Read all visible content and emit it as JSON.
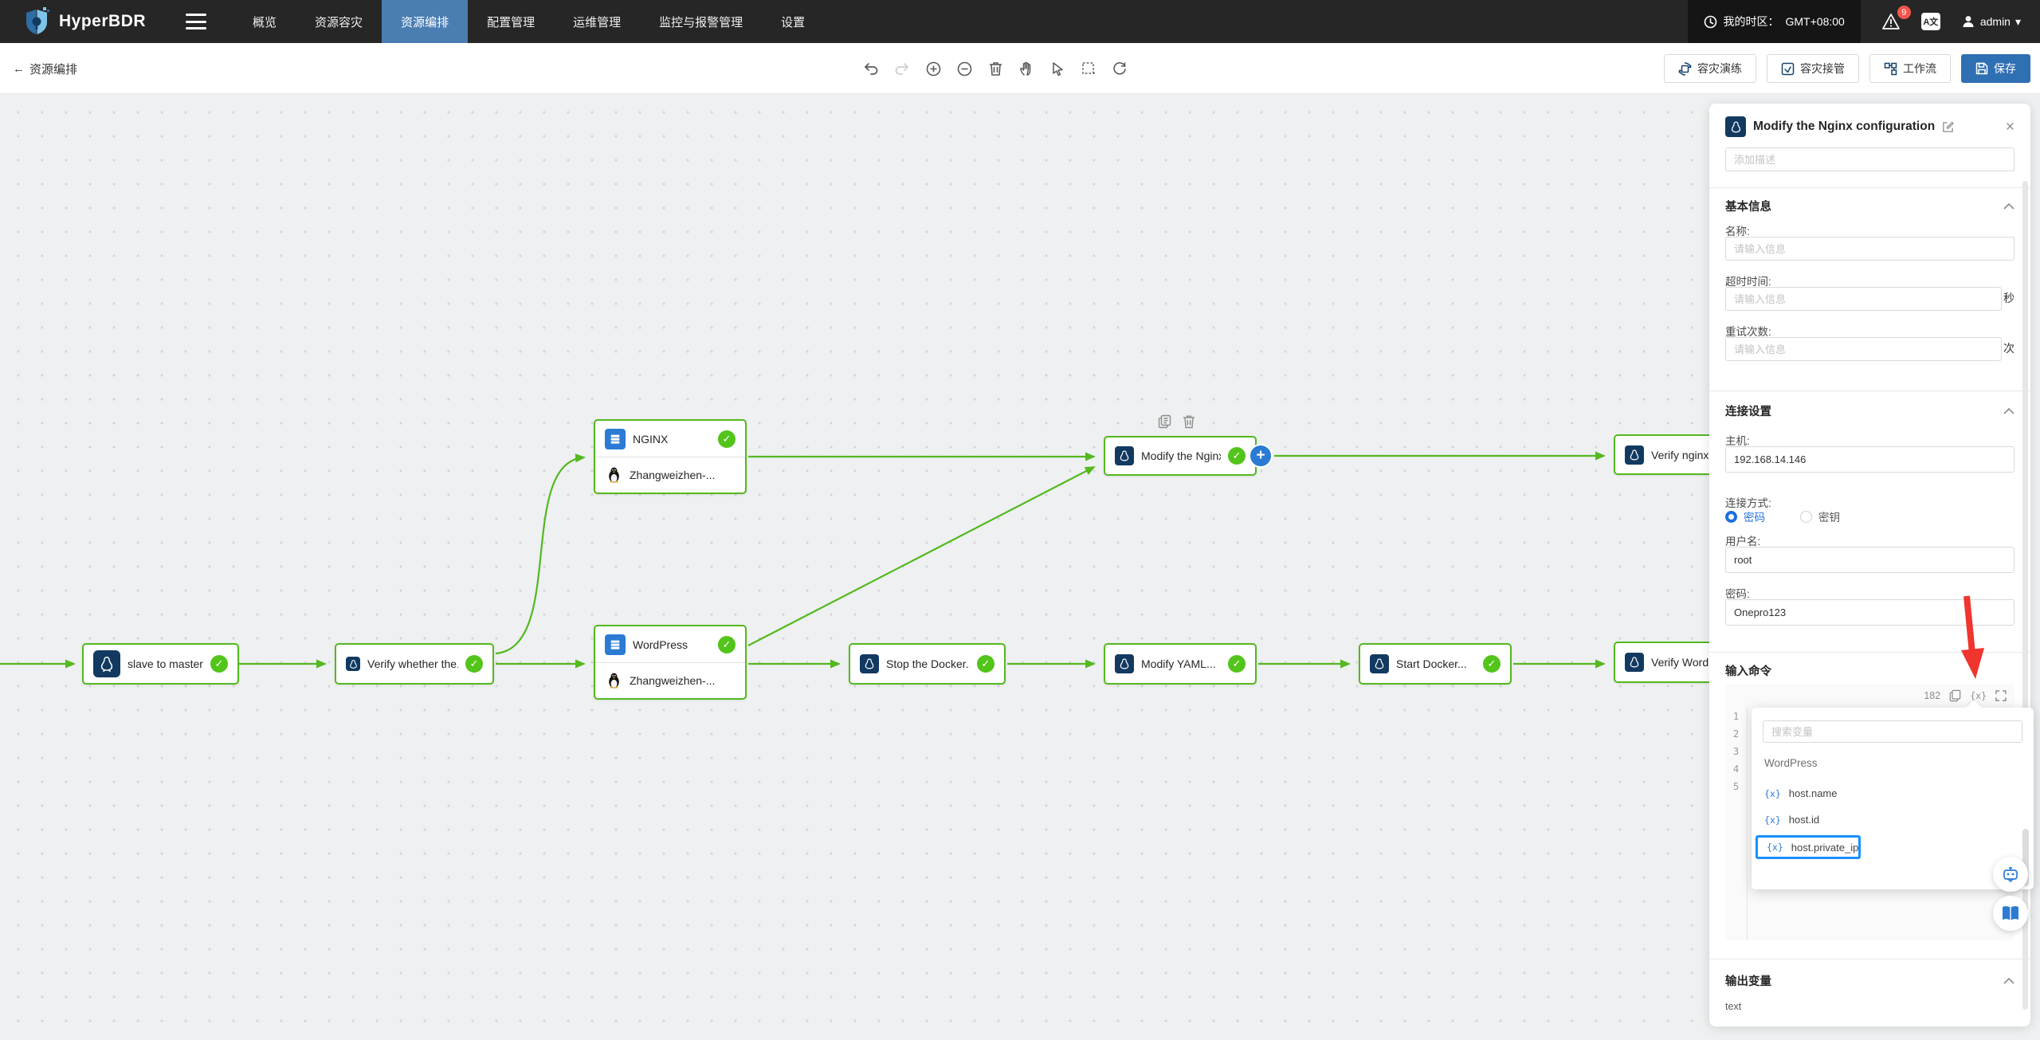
{
  "nav": {
    "brand": "HyperBDR",
    "menu": [
      {
        "label": "概览"
      },
      {
        "label": "资源容灾"
      },
      {
        "label": "资源编排",
        "active": true
      },
      {
        "label": "配置管理"
      },
      {
        "label": "运维管理"
      },
      {
        "label": "监控与报警管理"
      },
      {
        "label": "设置"
      }
    ],
    "timezone_label": "我的时区：",
    "timezone_value": "GMT+08:00",
    "alert_count": "9",
    "username": "admin"
  },
  "toolbar": {
    "back_label": "资源编排",
    "buttons": {
      "drill": "容灾演练",
      "takeover": "容灾接管",
      "workflow": "工作流",
      "save": "保存"
    }
  },
  "canvas": {
    "nodes": [
      {
        "label": "slave to master"
      },
      {
        "label": "Verify whether the..."
      },
      {
        "label": "NGINX",
        "sub": "Zhangweizhen-..."
      },
      {
        "label": "WordPress",
        "sub": "Zhangweizhen-..."
      },
      {
        "label": "Modify the Nginx..."
      },
      {
        "label": "Stop the Docker..."
      },
      {
        "label": "Modify YAML..."
      },
      {
        "label": "Start Docker..."
      },
      {
        "label": "Verify nginx..."
      },
      {
        "label": "Verify WordPr..."
      }
    ]
  },
  "panel": {
    "title": "Modify the Nginx configuration",
    "description_placeholder": "添加描述",
    "basic_section": "基本信息",
    "name_label": "名称:",
    "input_placeholder": "请输入信息",
    "timeout_label": "超时时间:",
    "timeout_unit": "秒",
    "retry_label": "重试次数:",
    "retry_unit": "次",
    "conn_section": "连接设置",
    "host_label": "主机:",
    "host_value": "192.168.14.146",
    "conn_type_label": "连接方式:",
    "radio_password": "密码",
    "radio_key": "密钥",
    "user_label": "用户名:",
    "user_value": "root",
    "password_label": "密码:",
    "password_value": "Onepro123",
    "command_section": "输入命令",
    "char_count": "182",
    "editor_lines": [
      "1",
      "2",
      "3",
      "4",
      "5"
    ],
    "output_section": "输出变量",
    "output_value": "text",
    "dropdown": {
      "search_placeholder": "搜索变量",
      "group": "WordPress",
      "items": [
        {
          "label": "host.name"
        },
        {
          "label": "host.id"
        },
        {
          "label": "host.private_ip",
          "selected": true
        }
      ]
    }
  },
  "icons": {
    "close": "×",
    "check": "✓",
    "plus": "+",
    "back_arrow": "←",
    "caret_down": "▾",
    "var_badge": "{x}"
  },
  "colors": {
    "edge_green": "#54b81f",
    "check_green": "#52c41a",
    "node_blue": "#2b7bd4",
    "node_navy": "#123a61",
    "accent_blue": "#1890ff",
    "save_blue": "#2f6fb3",
    "nav_active_blue": "#4a7eb3",
    "annotation_red": "#f0342e"
  }
}
